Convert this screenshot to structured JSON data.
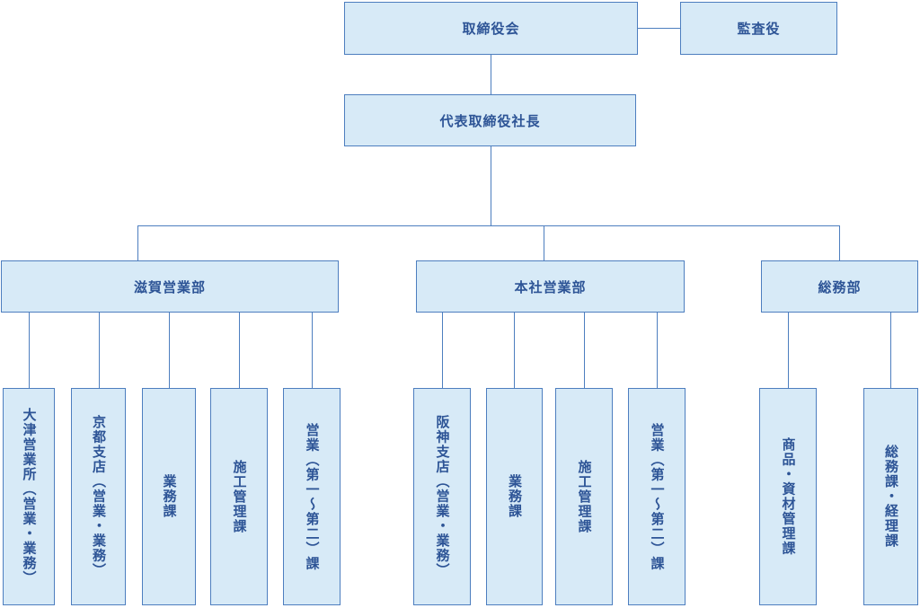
{
  "nodes": {
    "board": "取締役会",
    "auditor": "監査役",
    "president": "代表取締役社長"
  },
  "departments": [
    {
      "label": "滋賀営業部",
      "children": [
        "大津営業所（営業・業務）",
        "京都支店（営業・業務）",
        "業務課",
        "施工管理課",
        "営業（第一～第二）課"
      ]
    },
    {
      "label": "本社営業部",
      "children": [
        "阪神支店（営業・業務）",
        "業務課",
        "施工管理課",
        "営業（第一～第二）課"
      ]
    },
    {
      "label": "総務部",
      "children": [
        "商品・資材管理課",
        "総務課・経理課"
      ]
    }
  ],
  "colors": {
    "box_fill": "#d7eaf7",
    "box_border": "#4d7ebf",
    "text": "#2d5496",
    "connector": "#4d7ebf"
  }
}
